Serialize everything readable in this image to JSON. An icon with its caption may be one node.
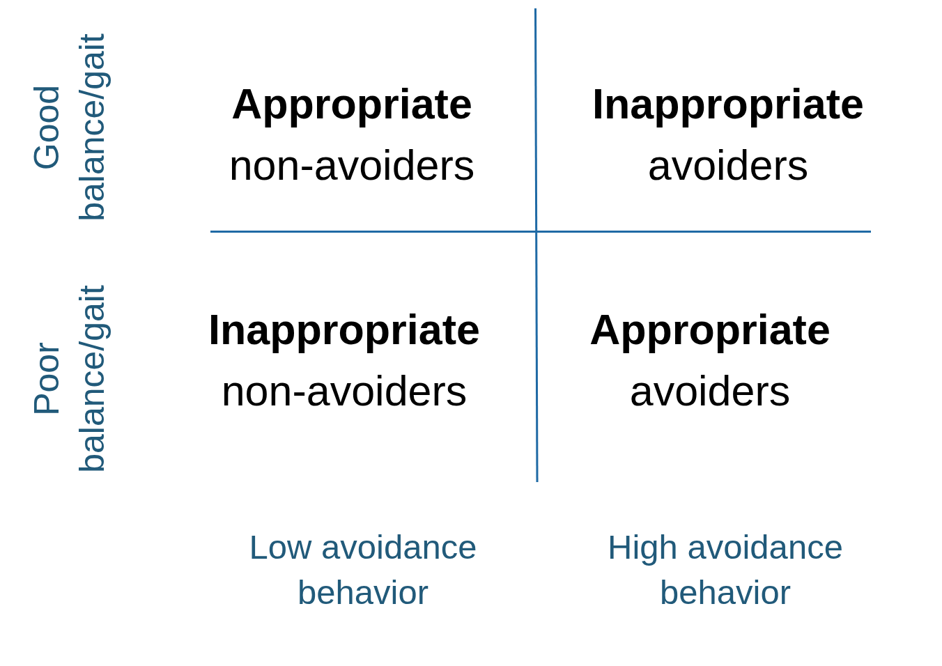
{
  "diagram": {
    "labels": [
      "Good balance/gait",
      "**Appropriate** non-avoiders",
      "**Inappropriate** avoiders",
      "Poor balance/gait",
      "**Inappropriate** non-avoiders",
      "**Appropriate** avoiders",
      "Low avoidance behavior",
      "High avoidance behavior"
    ]
  }
}
